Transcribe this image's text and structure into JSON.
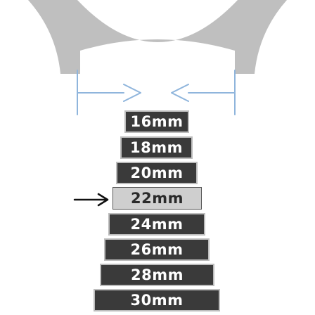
{
  "diagram": {
    "sizes": [
      {
        "label": "16mm",
        "selected": false
      },
      {
        "label": "18mm",
        "selected": false
      },
      {
        "label": "20mm",
        "selected": false
      },
      {
        "label": "22mm",
        "selected": true
      },
      {
        "label": "24mm",
        "selected": false
      },
      {
        "label": "26mm",
        "selected": false
      },
      {
        "label": "28mm",
        "selected": false
      },
      {
        "label": "30mm",
        "selected": false
      }
    ],
    "colors": {
      "case": "#bfbfbf",
      "measure_line": "#8fb5dc",
      "band": "#3a3a3a",
      "band_text": "#ffffff",
      "selected_band": "#cfcfcf",
      "selected_text": "#2a2a2a",
      "pointer": "#111111"
    }
  }
}
